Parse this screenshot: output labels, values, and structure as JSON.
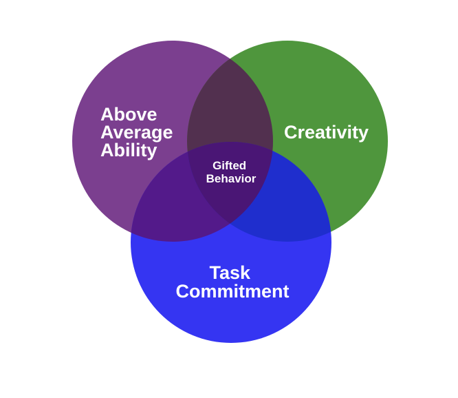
{
  "diagram": {
    "sets": [
      {
        "id": "ability",
        "lines": [
          "Above",
          "Average",
          "Ability"
        ],
        "color": "#7b3f8f"
      },
      {
        "id": "creativity",
        "lines": [
          "Creativity"
        ],
        "color": "#4f963d"
      },
      {
        "id": "task",
        "lines": [
          "Task",
          "Commitment"
        ],
        "color": "#3535f2"
      }
    ],
    "center": {
      "lines": [
        "Gifted",
        "Behavior"
      ]
    },
    "overlap_colors": {
      "ability_creativity": "#52304f",
      "ability_task": "#531a8a",
      "creativity_task": "#1f2ecd",
      "all_three": "#4a1675"
    }
  }
}
